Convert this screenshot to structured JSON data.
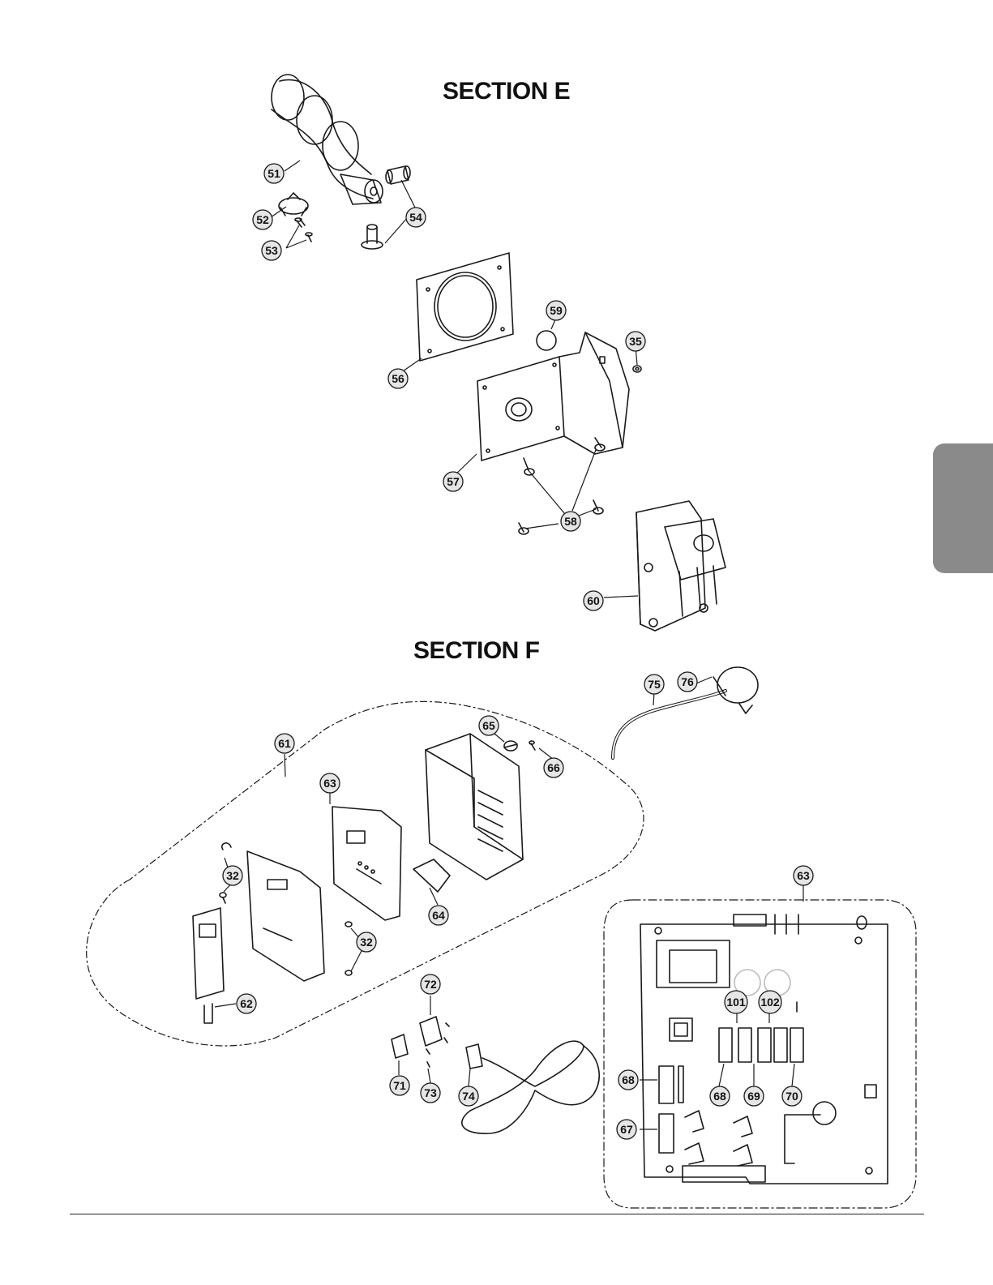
{
  "sections": [
    {
      "id": "E",
      "title": "SECTION E"
    },
    {
      "id": "F",
      "title": "SECTION F"
    }
  ],
  "callouts": [
    {
      "num": "51"
    },
    {
      "num": "52"
    },
    {
      "num": "53"
    },
    {
      "num": "54"
    },
    {
      "num": "56"
    },
    {
      "num": "59"
    },
    {
      "num": "35"
    },
    {
      "num": "57"
    },
    {
      "num": "58"
    },
    {
      "num": "60"
    },
    {
      "num": "75"
    },
    {
      "num": "76"
    },
    {
      "num": "61"
    },
    {
      "num": "65"
    },
    {
      "num": "66"
    },
    {
      "num": "63"
    },
    {
      "num": "32"
    },
    {
      "num": "32"
    },
    {
      "num": "64"
    },
    {
      "num": "62"
    },
    {
      "num": "72"
    },
    {
      "num": "71"
    },
    {
      "num": "73"
    },
    {
      "num": "74"
    },
    {
      "num": "63"
    },
    {
      "num": "101"
    },
    {
      "num": "102"
    },
    {
      "num": "68"
    },
    {
      "num": "68"
    },
    {
      "num": "69"
    },
    {
      "num": "70"
    },
    {
      "num": "67"
    }
  ],
  "colors": {
    "line": "#1a1a1a",
    "tab": "#8a8a8a",
    "circle_fill": "#e6e6e6"
  }
}
